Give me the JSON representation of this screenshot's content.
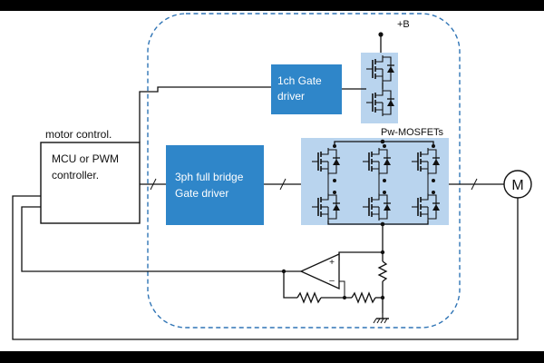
{
  "colors": {
    "background": "#ffffff",
    "frame": "#000000",
    "driver_box": "#2f86c9",
    "mosfet_panel": "#b9d4ee",
    "boundary": "#2f74b5",
    "wire": "#111111"
  },
  "labels": {
    "supply": "+B",
    "gate_driver_1ch_line1": "1ch Gate",
    "gate_driver_1ch_line2": "driver",
    "pw_mosfets": "Pw-MOSFETs",
    "controller_title": "motor control.",
    "controller_line1": "MCU or PWM",
    "controller_line2": "controller.",
    "gate_driver_3ph_line1": "3ph full bridge",
    "gate_driver_3ph_line2": "Gate driver",
    "motor": "M",
    "opamp_plus": "+",
    "opamp_minus": "–"
  },
  "icons": {
    "mosfet": "n-channel-mosfet-with-diode-icon",
    "resistor": "resistor-icon",
    "ground": "ground-icon",
    "opamp": "op-amp-triangle-icon",
    "motor": "motor-circle-icon"
  }
}
